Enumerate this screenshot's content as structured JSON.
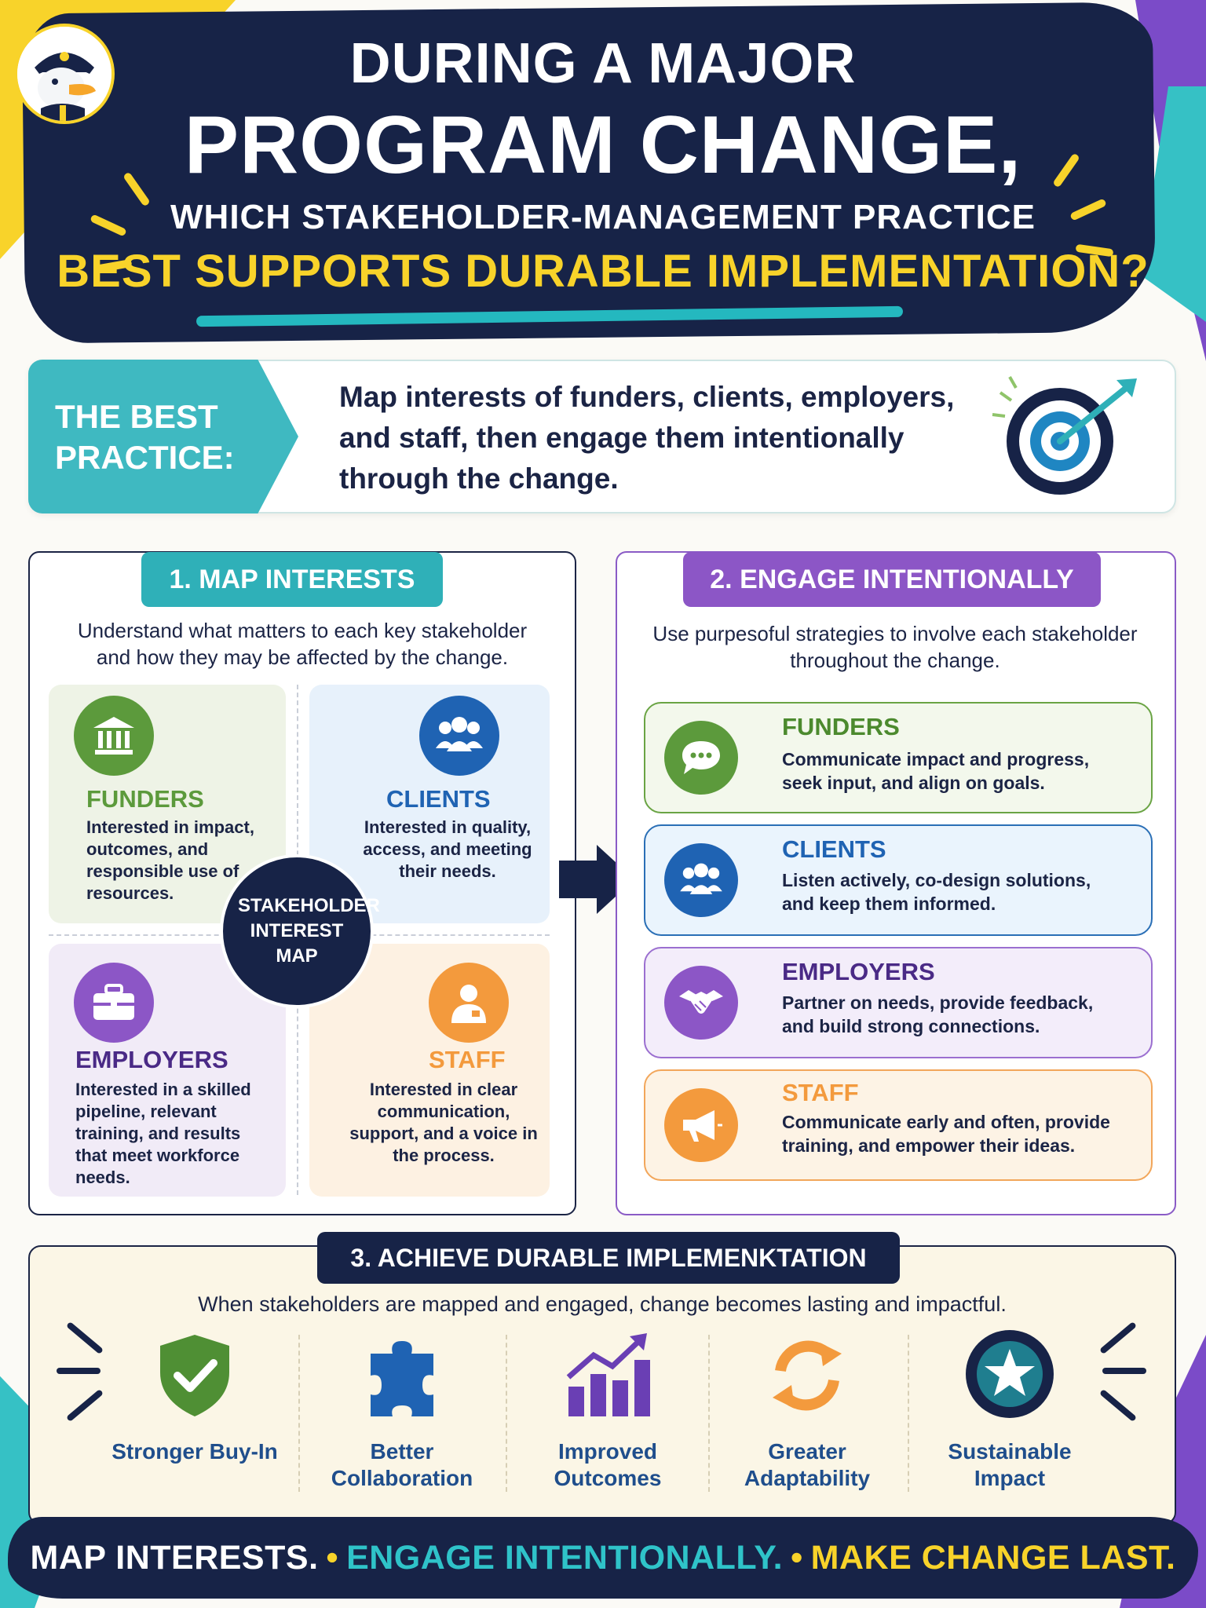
{
  "header": {
    "line1": "DURING A MAJOR",
    "line2": "PROGRAM CHANGE,",
    "line3": "WHICH STAKEHOLDER-MANAGEMENT PRACTICE",
    "line4": "BEST SUPPORTS DURABLE IMPLEMENTATION?"
  },
  "best_practice": {
    "tag": "THE BEST PRACTICE:",
    "text": "Map interests of funders, clients, employers, and staff, then engage them intentionally through the change."
  },
  "map_panel": {
    "title": "1. MAP INTERESTS",
    "description": "Understand what matters to each key stakeholder and how they may be affected by the change.",
    "center_label": "STAKEHOLDER INTEREST MAP",
    "funders": {
      "title": "FUNDERS",
      "text": "Interested in impact, outcomes, and responsible use of resources."
    },
    "clients": {
      "title": "CLIENTS",
      "text": "Interested in quality, access, and meeting their needs."
    },
    "employers": {
      "title": "EMPLOYERS",
      "text": "Interested in a skilled pipeline, relevant training, and results that meet workforce needs."
    },
    "staff": {
      "title": "STAFF",
      "text": "Interested in clear communication, support, and a voice in the process."
    }
  },
  "engage_panel": {
    "title": "2. ENGAGE INTENTIONALLY",
    "description": "Use purpesoful strategies to involve each stakeholder throughout the change.",
    "funders": {
      "title": "FUNDERS",
      "text": "Communicate impact and progress, seek input, and align on goals."
    },
    "clients": {
      "title": "CLIENTS",
      "text": "Listen actively, co-design solutions, and keep them informed."
    },
    "employers": {
      "title": "EMPLOYERS",
      "text": "Partner on needs, provide feedback, and build strong connections."
    },
    "staff": {
      "title": "STAFF",
      "text": "Communicate early and often, provide training, and empower their ideas."
    }
  },
  "achieve": {
    "title": "3. ACHIEVE DURABLE IMPLEMENKTATION",
    "description": "When stakeholders are mapped and engaged, change becomes lasting and impactful.",
    "benefits": [
      {
        "label": "Stronger Buy-In",
        "icon": "shield-check-icon"
      },
      {
        "label": "Better Collaboration",
        "icon": "puzzle-icon"
      },
      {
        "label": "Improved Outcomes",
        "icon": "growth-chart-icon"
      },
      {
        "label": "Greater Adaptability",
        "icon": "cycle-arrows-icon"
      },
      {
        "label": "Sustainable Impact",
        "icon": "star-badge-icon"
      }
    ]
  },
  "footer": {
    "part1": "MAP INTERESTS.",
    "part2": "ENGAGE INTENTIONALLY.",
    "part3": "MAKE CHANGE LAST.",
    "separator": "•"
  },
  "colors": {
    "navy": "#172347",
    "yellow": "#f8d32a",
    "teal": "#2fb0b8",
    "purple": "#8c56c6",
    "green": "#5c9a3c",
    "blue": "#1f63b3",
    "orange": "#f39a3d"
  }
}
